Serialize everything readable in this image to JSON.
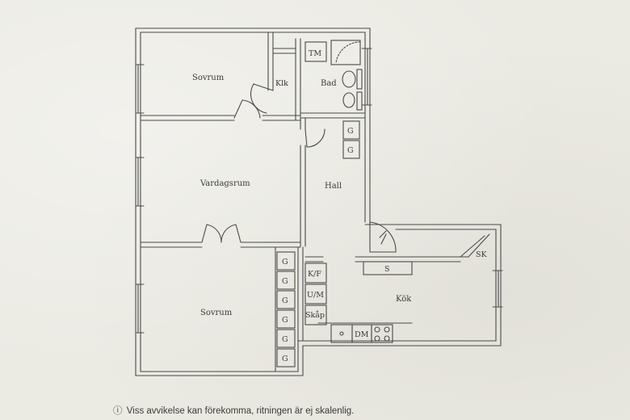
{
  "rooms": {
    "sovrum_top": "Sovrum",
    "klk": "Klk",
    "bad": "Bad",
    "vardagsrum": "Vardagsrum",
    "hall": "Hall",
    "sovrum_bottom": "Sovrum",
    "kok": "Kök"
  },
  "fixtures": {
    "tm": "TM",
    "g": "G",
    "s": "S",
    "sk": "SK",
    "kf": "K/F",
    "um": "U/M",
    "skap": "Skåp",
    "dm": "DM"
  },
  "footer": {
    "icon": "info-circle-icon",
    "icon_glyph": "ⓘ",
    "text": "Viss avvikelse kan förekomma, ritningen är ej skalenlig."
  },
  "colors": {
    "line": "#4a4a4a",
    "background": "#ebeae3"
  }
}
